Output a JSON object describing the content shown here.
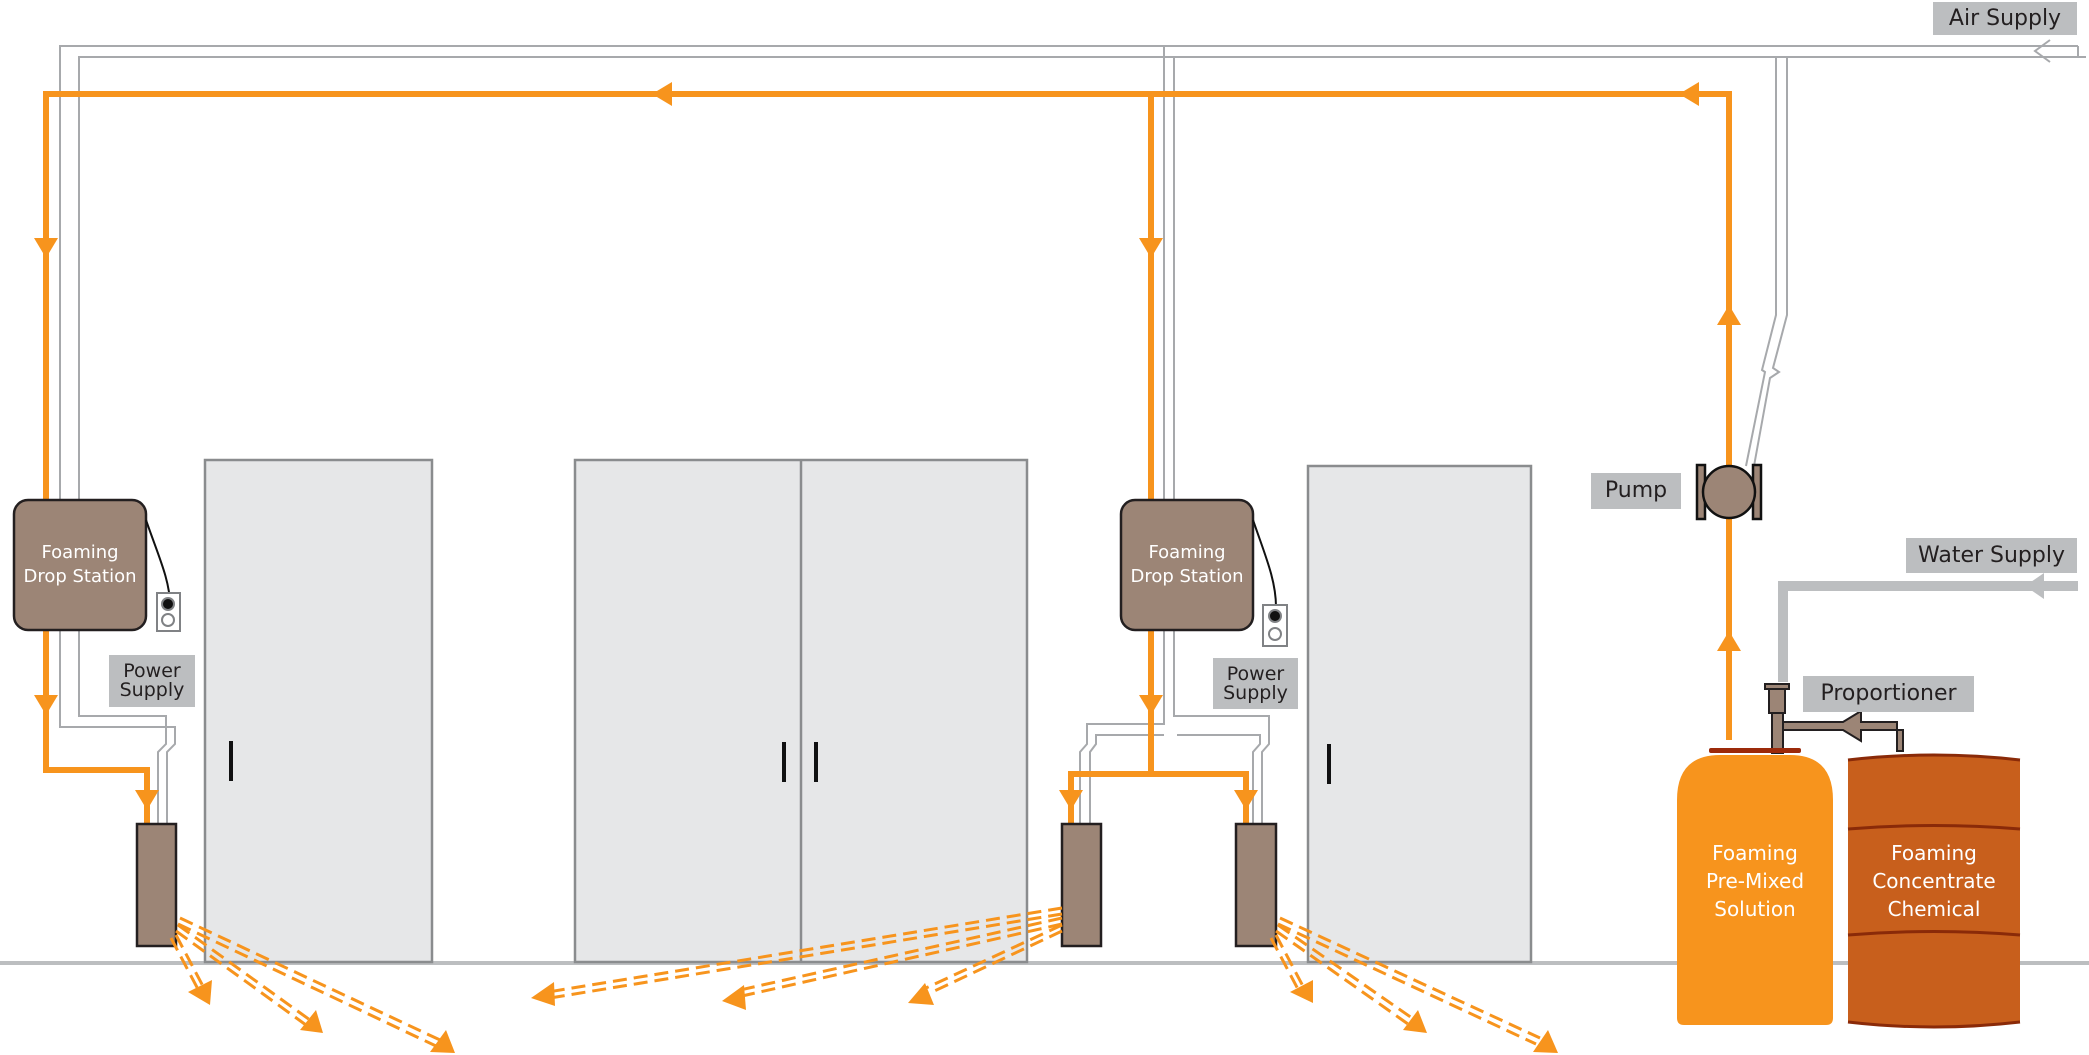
{
  "labels": {
    "air_supply": "Air Supply",
    "water_supply": "Water Supply",
    "pump": "Pump",
    "proportioner": "Proportioner",
    "power_supply_1_line1": "Power",
    "power_supply_1_line2": "Supply",
    "power_supply_2_line1": "Power",
    "power_supply_2_line2": "Supply"
  },
  "drop_stations": [
    {
      "line1": "Foaming",
      "line2": "Drop Station"
    },
    {
      "line1": "Foaming",
      "line2": "Drop Station"
    }
  ],
  "tanks": {
    "premixed": {
      "line1": "Foaming",
      "line2": "Pre-Mixed",
      "line3": "Solution"
    },
    "concentrate": {
      "line1": "Foaming",
      "line2": "Concentrate",
      "line3": "Chemical"
    }
  },
  "colors": {
    "foam_line": "#f7941d",
    "air_line": "#a7a9ac",
    "water_line": "#bcbec0",
    "equipment_brown": "#9c8576",
    "premix_tank": "#f7941d",
    "concentrate_drum": "#c85f1c",
    "door_fill": "#e6e7e8",
    "door_border": "#8a8c8e",
    "label_bg": "#bcbec0",
    "floor": "#bcbec0"
  },
  "legend_icons": [
    "air-arrow-icon",
    "foam-arrow-icon",
    "water-arrow-icon",
    "outlet-icon",
    "pump-icon",
    "spray-nozzle-icon"
  ]
}
